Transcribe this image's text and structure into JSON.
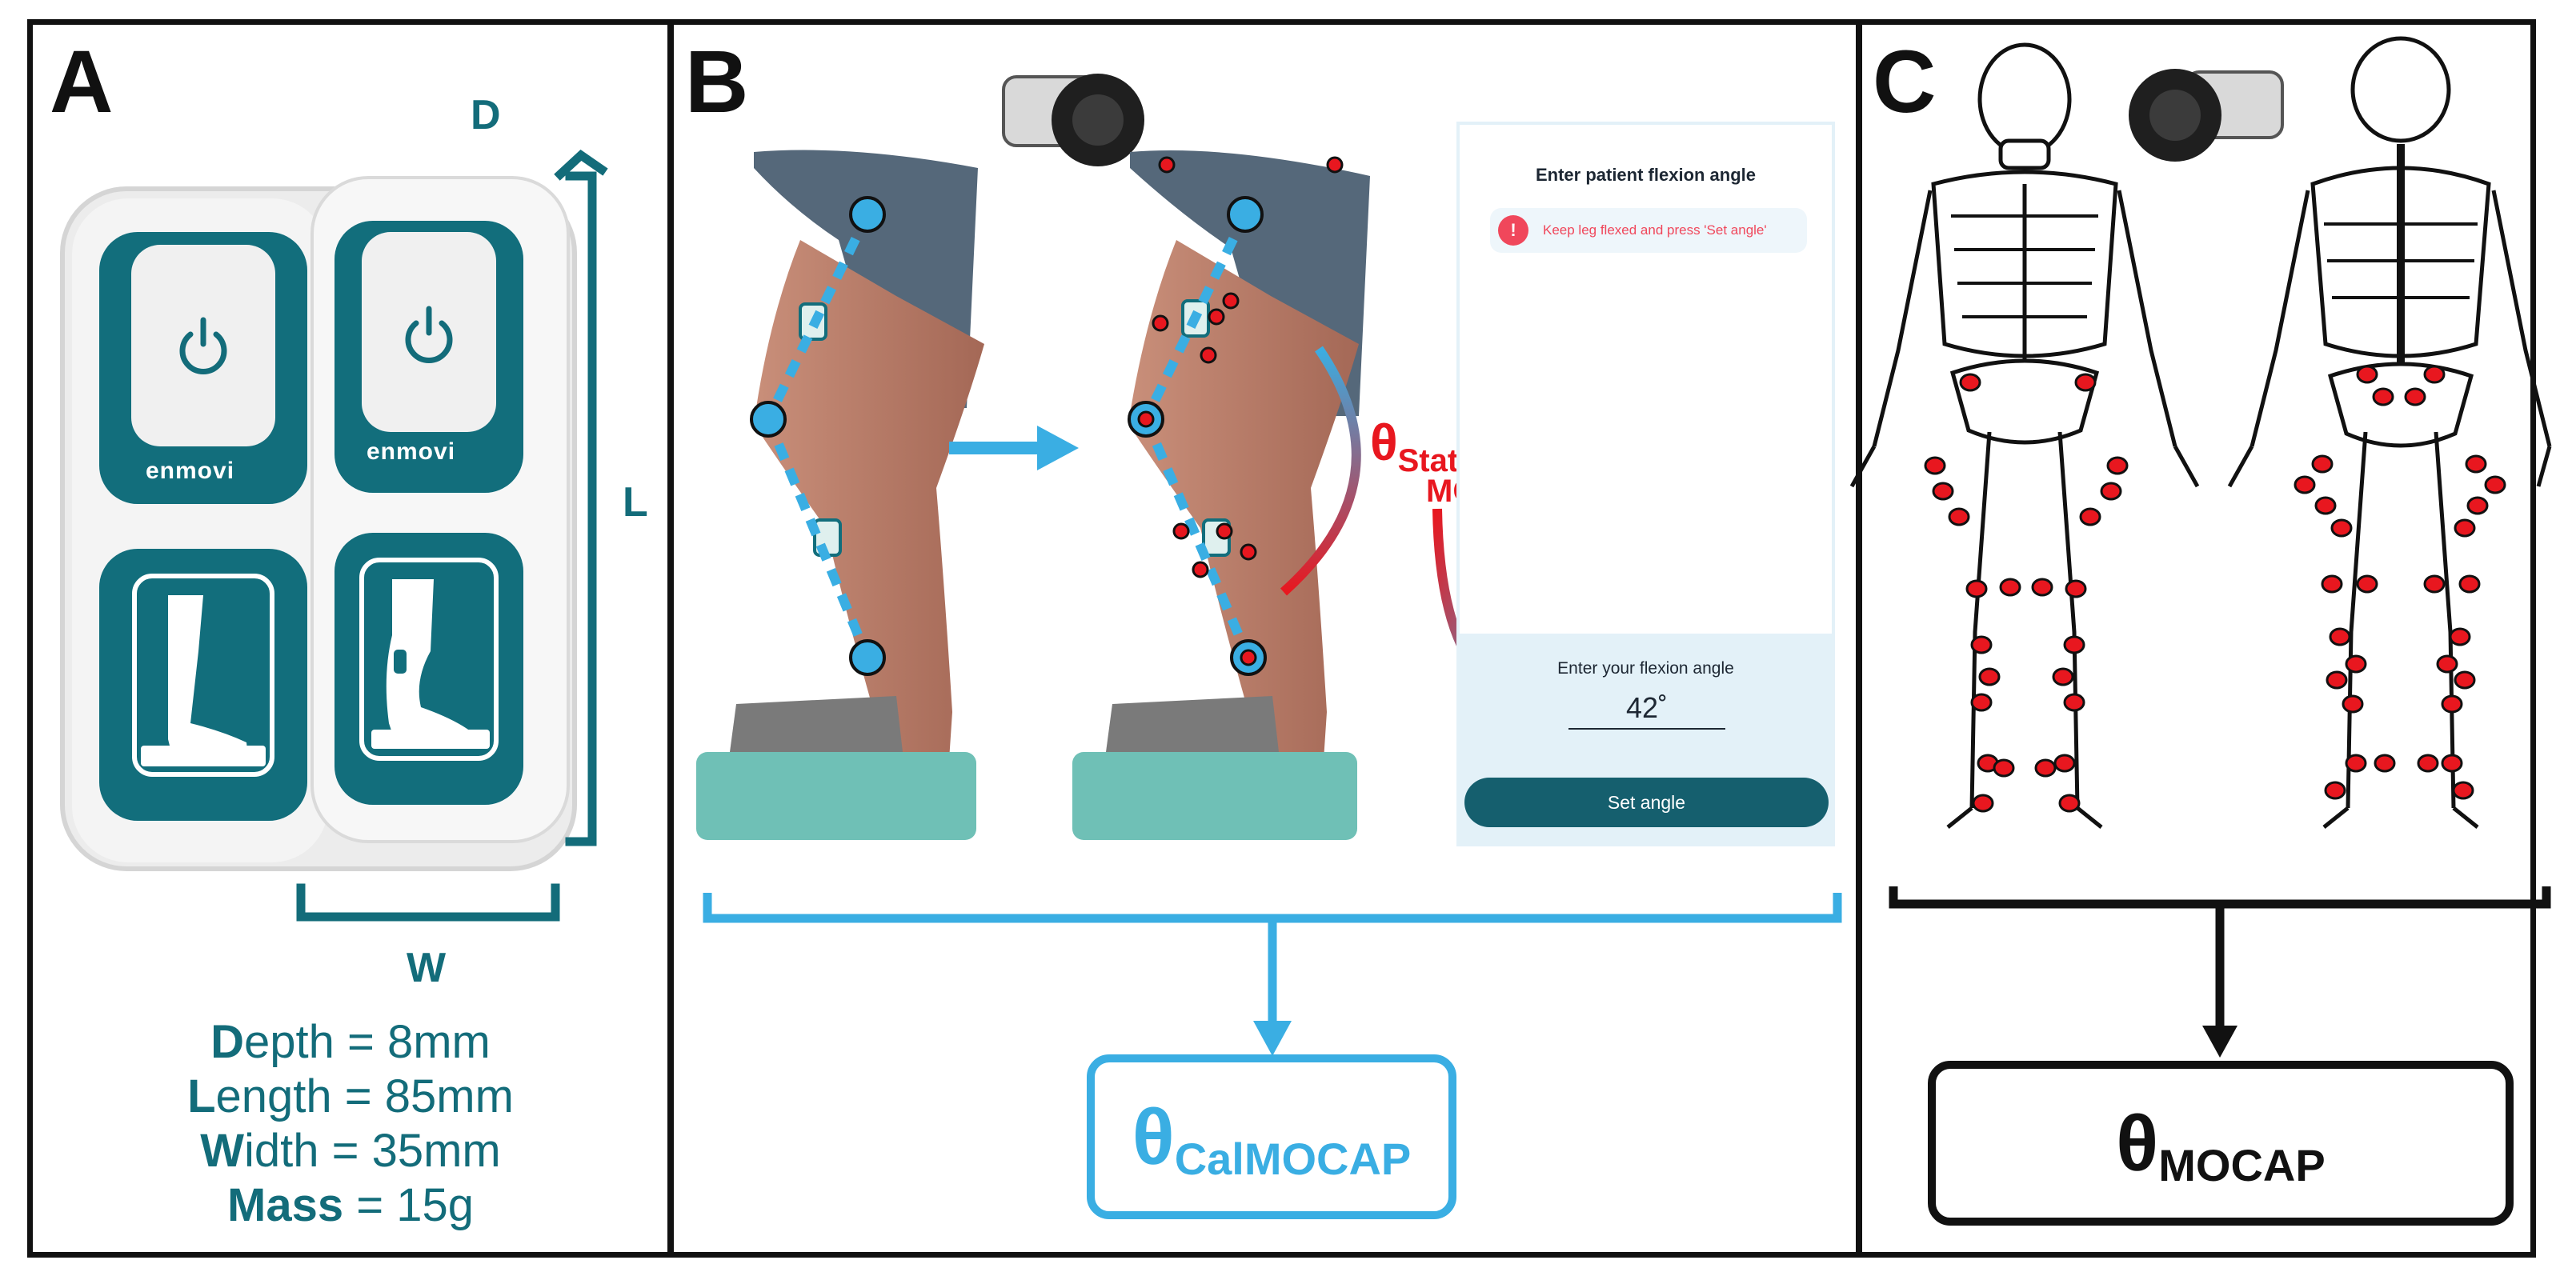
{
  "panels": {
    "a": {
      "letter": "A"
    },
    "b": {
      "letter": "B"
    },
    "c": {
      "letter": "C"
    }
  },
  "device": {
    "brand": "enmovi",
    "dimension_labels": {
      "depth": "D",
      "length": "L",
      "width": "W"
    }
  },
  "specs": [
    {
      "initial": "D",
      "rest": "epth",
      "value": " = 8mm"
    },
    {
      "initial": "L",
      "rest": "ength",
      "value": " = 85mm"
    },
    {
      "initial": "W",
      "rest": "idth",
      "value": " = 35mm"
    },
    {
      "initial": "Mass",
      "rest": "",
      "value": " = 15g"
    }
  ],
  "app_screen": {
    "title": "Enter patient flexion angle",
    "alert_icon": "!",
    "alert_text": "Keep leg flexed and press 'Set angle'",
    "prompt": "Enter your flexion angle",
    "value": "42˚",
    "button_label": "Set angle"
  },
  "theta_static": {
    "symbol": "θ",
    "sub_part1": "Static_",
    "sub_part2": "MOCAP"
  },
  "theta_cal": {
    "symbol": "θ",
    "sub": "CalMOCAP"
  },
  "theta_mocap": {
    "symbol": "θ",
    "sub": "MOCAP"
  },
  "colors": {
    "teal": "#136c7a",
    "blue": "#3aaee3",
    "red": "#e8171f",
    "black": "#111111",
    "block": "#6fc0b6"
  },
  "icons": [
    "power-icon",
    "leg-icon",
    "knee-sensor-icon",
    "mocap-camera-icon",
    "skeleton-front-icon",
    "skeleton-back-icon",
    "arrow-right-icon",
    "alert-icon"
  ]
}
